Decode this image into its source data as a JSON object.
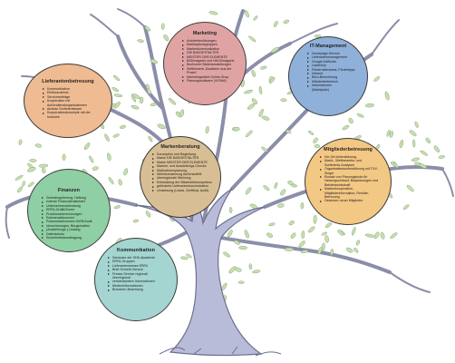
{
  "colors": {
    "trunk": "#b9bcd8",
    "trunk_stroke": "#6d6f8f",
    "branch": "#8b8ea9",
    "leaf": "#c7dfb0",
    "leaf_stroke": "#7a9a66",
    "marketing": "#e0a3a3",
    "it_management": "#8fb0d8",
    "lieferantenbetreuung": "#eebb92",
    "markenberatung": "#d8be94",
    "mitgliederbetreuung": "#f3c784",
    "finanzen": "#8fcfa4",
    "kommunikation": "#a4d5d0"
  },
  "nodes": {
    "marketing": {
      "title": "Marketing",
      "items": [
        "Architektenlösungen",
        "Marktoptionsgruppen",
        "Markenkommunikation",
        "DIE BADGESTALTER",
        "MEISTER DER ELEMENTE",
        "BÄDmagazin und HAUSmagazin",
        "Bochumer Bäderausstellungen",
        "Wettbewerb „Badideen aus der Praxis“",
        "Marketingartikel Online-Shop",
        "Planungssoftware (VIOMA)"
      ]
    },
    "it_management": {
      "title": "IT-Management",
      "items": [
        "Homepage-Service",
        "Lieferantenmanagement",
        "Google AdWords",
        "Leadshop",
        "Förderdatenbank, Fördertipps",
        "Intranet",
        "Büro-Berechnung",
        "Mitarbeiterbereich",
        "Informationen (Marktplatz)"
      ]
    },
    "lieferantenbetreuung": {
      "title": "Lieferantenbetreuung",
      "items": [
        "Kommunikation",
        "Einflussnahme",
        "Serviceaufträge",
        "Kooperation mit Außendienstorganisationen",
        "Ausbau Sortimentsware",
        "Kooperationskonzepte mit der Industrie"
      ]
    },
    "markenberatung": {
      "title": "Markenberatung",
      "items": [
        "Konzeption und Begleitung",
        "Marke DIE BADGESTALTER",
        "Marke MEISTER DER ELEMENTE",
        "Marken- und Ausstellungs-Checks",
        "Maßnahmenplanung",
        "Werbeumsetzung Außenauftritt",
        "überregionale Werbung",
        "Entwicklung der Mitarbeiterkompetenz",
        "geförderte Lieferantenkonzentration",
        "Umsetzung (Leads, Zertifikat, Audit)"
      ]
    },
    "mitgliederbetreuung": {
      "title": "Mitgliederbetreuung",
      "items": [
        "Vor-Ort-Unterstützung",
        "Markt-, Wettbewerbs- und Sortiments-Analysen",
        "Organisationsunterstützung mit TÜV-Siegel",
        "Einsatz von Planungstools für Heizungsverkauf, Badplanungen und Betriebswirtschaft",
        "Markenkooperation, Mitgliederinformation, Rendite-Betreuung",
        "Gewinner-neuer Mitglieder"
      ]
    },
    "finanzen": {
      "title": "Finanzen",
      "items": [
        "Zentralregulierung, Haftung",
        "externe Finanzdienstleister",
        "Unternehmensberatung",
        "ERFA-Grafik/Zonen",
        "Provisionsberechnungen",
        "Rahmenabkommen",
        "Postzentralkommen HWR/Audit",
        "Versicherungen, Bürgschaften",
        "(Ausstellungs-) Leasing",
        "Datenschutz",
        "Sicherheitsbeauftragung"
      ]
    },
    "kommunikation": {
      "title": "Kommunikation",
      "items": [
        "Seminare der SHK-Akademie",
        "ERFA-Gruppen",
        "Lieferantenmesse ERFA",
        "Brief-Schreib-Service",
        "Presse-Service regional/überregional",
        "verbandsintern Informationen",
        "Medieninformationen",
        "Branchen-Beachtung"
      ]
    }
  }
}
